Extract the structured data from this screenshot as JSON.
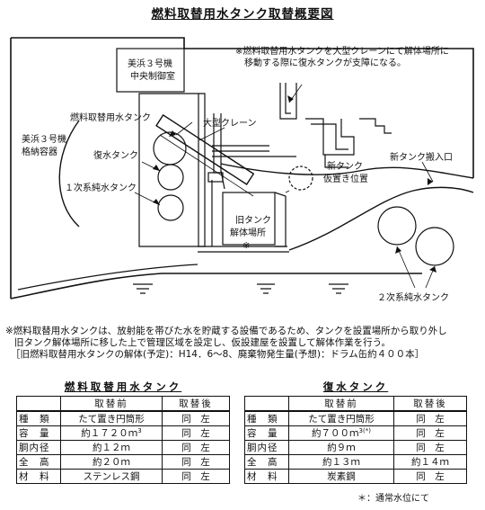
{
  "title": "燃料取替用水タンク取替概要図",
  "diagram": {
    "crane_note": [
      "※燃料取替用水タンクを大型クレーンにて解体場所に",
      "移動する際に復水タンクが支障になる。"
    ],
    "control_room": [
      "美浜３号機",
      "中央制御室"
    ],
    "containment": [
      "美浜３号機",
      "格納容器"
    ],
    "fuel_tank": "燃料取替用水タンク",
    "crane": "大型クレーン",
    "condensate_tank": "復水タンク",
    "primary_tank": "１次系純水タンク",
    "new_tank_temp": [
      "新タンク",
      "仮置き位置"
    ],
    "new_tank_entry": "新タンク搬入口",
    "old_tank_site": [
      "旧タンク",
      "解体場所",
      "※"
    ],
    "secondary_tanks": "２次系純水タンク"
  },
  "notes": [
    "※燃料取替用水タンクは、放射能を帯びた水を貯蔵する設備であるため、タンクを設置場所から取り外し",
    "旧タンク解体場所に移した上で管理区域を設定し、仮設建屋を設置して解体作業を行う。",
    "［旧燃料取替用水タンクの解体(予定)：H14．6〜8、廃棄物発生量(予想)：ドラム缶約４００本］"
  ],
  "fuel_table": {
    "title": "燃料取替用水タンク",
    "headers": [
      "",
      "取替前",
      "取替後"
    ],
    "rows": [
      {
        "label": "種　類",
        "before": "たて置き円筒形",
        "after": "同　左"
      },
      {
        "label": "容　量",
        "before": "約１７２０ｍ",
        "before_sup": "3",
        "after": "同　左"
      },
      {
        "label": "胴内径",
        "before": "約１２ｍ",
        "after": "同　左"
      },
      {
        "label": "全　高",
        "before": "約２０ｍ",
        "after": "同　左"
      },
      {
        "label": "材　料",
        "before": "ステンレス鋼",
        "after": "同　左"
      }
    ]
  },
  "condensate_table": {
    "title": "復水タンク",
    "headers": [
      "",
      "取替前",
      "取替後"
    ],
    "rows": [
      {
        "label": "種　類",
        "before": "たて置き円筒形",
        "after": "同　左"
      },
      {
        "label": "容　量",
        "before": "約７００ｍ",
        "before_sup": "3(*)",
        "after": "同　左"
      },
      {
        "label": "胴内径",
        "before": "約９ｍ",
        "after": "同　左"
      },
      {
        "label": "全　高",
        "before": "約１３ｍ",
        "after": "約１４ｍ"
      },
      {
        "label": "材　料",
        "before": "炭素鋼",
        "after": "同　左"
      }
    ]
  },
  "footnote": "＊：通常水位にて"
}
